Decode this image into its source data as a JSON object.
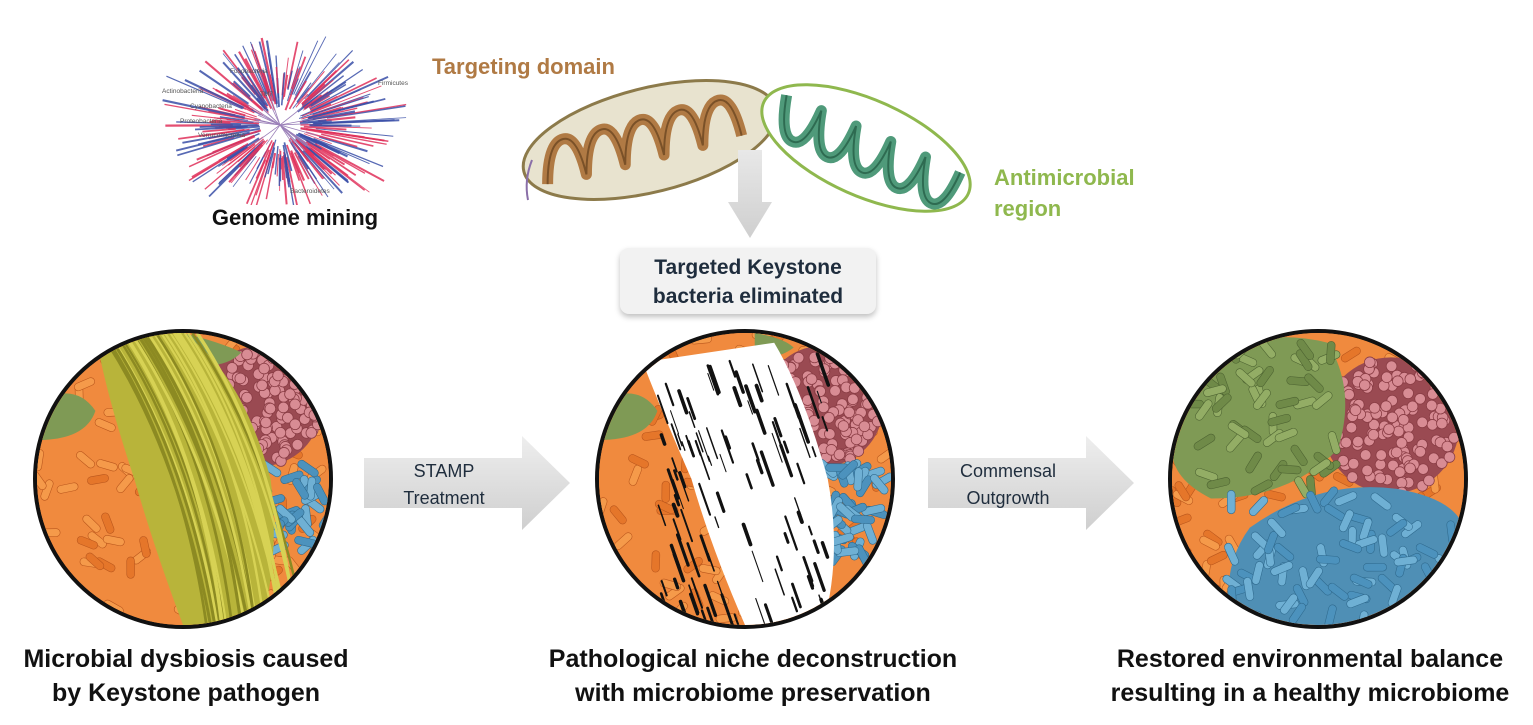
{
  "genome_mining": {
    "caption": "Genome mining",
    "tree_labels": {
      "fusobacteria": "Fusobacteria",
      "actinobacteria": "Actinobacteria",
      "tm7": "TM7",
      "cyanobacteria": "Cyanobacteria",
      "proteobacteria": "Proteobacteria",
      "verrucomicrobia": "Verrucomicrobia",
      "firmicutes": "Firmicutes",
      "bacteroidetes": "Bacteroidetes"
    }
  },
  "peptide": {
    "targeting_label": "Targeting domain",
    "antimicrobial_label_line1": "Antimicrobial",
    "antimicrobial_label_line2": "region",
    "targeting_color": "#b07a44",
    "antimicrobial_color": "#8fb84e"
  },
  "result_box": {
    "line1": "Targeted Keystone",
    "line2": "bacteria eliminated"
  },
  "arrows": {
    "stamp_line1": "STAMP",
    "stamp_line2": "Treatment",
    "commensal_line1": "Commensal",
    "commensal_line2": "Outgrowth"
  },
  "captions": {
    "dysbiosis_line1": "Microbial dysbiosis caused",
    "dysbiosis_line2": "by Keystone pathogen",
    "deconstruction_line1": "Pathological niche deconstruction",
    "deconstruction_line2": "with microbiome preservation",
    "restored_line1": "Restored environmental balance",
    "restored_line2": "resulting in a healthy microbiome"
  }
}
